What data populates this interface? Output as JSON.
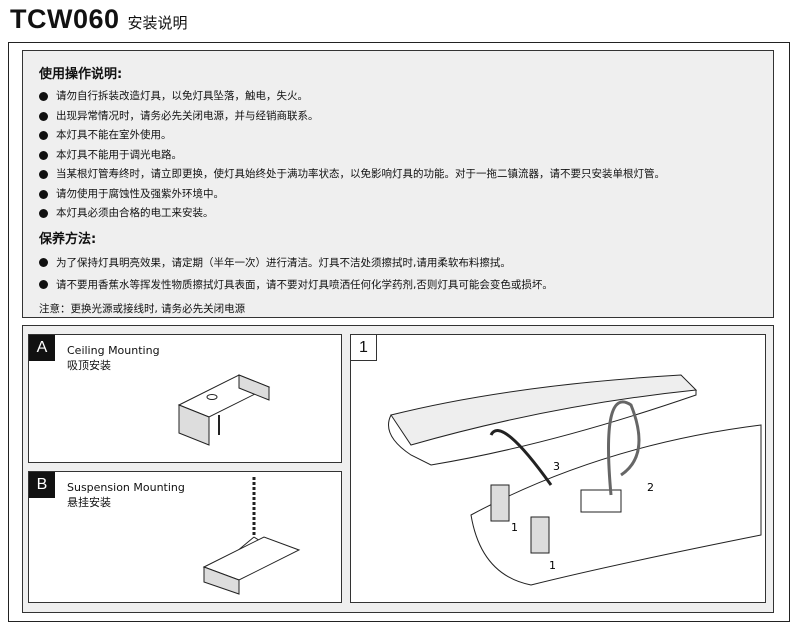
{
  "header": {
    "model": "TCW060",
    "subtitle": "安装说明"
  },
  "usage": {
    "heading": "使用操作说明:",
    "items": [
      "请勿自行拆装改造灯具，以免灯具坠落，触电，失火。",
      "出现异常情况时，请务必先关闭电源，并与经销商联系。",
      "本灯具不能在室外使用。",
      "本灯具不能用于调光电路。",
      "当某根灯管寿终时，请立即更换，使灯具始终处于满功率状态，以免影响灯具的功能。对于一拖二镇流器，请不要只安装单根灯管。",
      "请勿使用于腐蚀性及强紫外环境中。",
      "本灯具必须由合格的电工来安装。"
    ]
  },
  "maintenance": {
    "heading": "保养方法:",
    "items": [
      "为了保持灯具明亮效果，请定期（半年一次）进行清洁。灯具不洁处须擦拭时,请用柔软布料擦拭。",
      "请不要用香蕉水等挥发性物质擦拭灯具表面，请不要对灯具喷洒任何化学药剂,否则灯具可能会变色或损坏。"
    ],
    "note": "注意：更换光源或接线时, 请务必先关闭电源"
  },
  "panels": {
    "a": {
      "label": "A",
      "title_en": "Ceiling Mounting",
      "title_cn": "吸顶安装"
    },
    "b": {
      "label": "B",
      "title_en": "Suspension Mounting",
      "title_cn": "悬挂安装"
    },
    "step1": {
      "label": "1",
      "callouts": [
        "3",
        "2",
        "1",
        "1"
      ]
    }
  }
}
